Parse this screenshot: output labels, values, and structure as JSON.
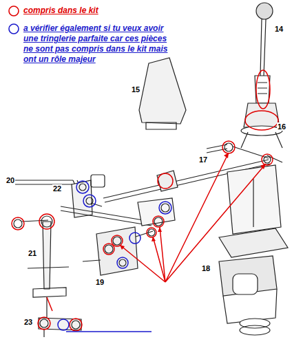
{
  "diagram": {
    "labels": [
      "14",
      "15",
      "16",
      "17",
      "20",
      "22",
      "21",
      "19",
      "18",
      "23"
    ],
    "legend": [
      {
        "text": "compris dans le kit"
      },
      {
        "text": "a vérifier également si tu veux avoir une tringlerie parfaite car ces pièces ne sont pas compris dans le kit mais ont un rôle majeur"
      }
    ]
  }
}
